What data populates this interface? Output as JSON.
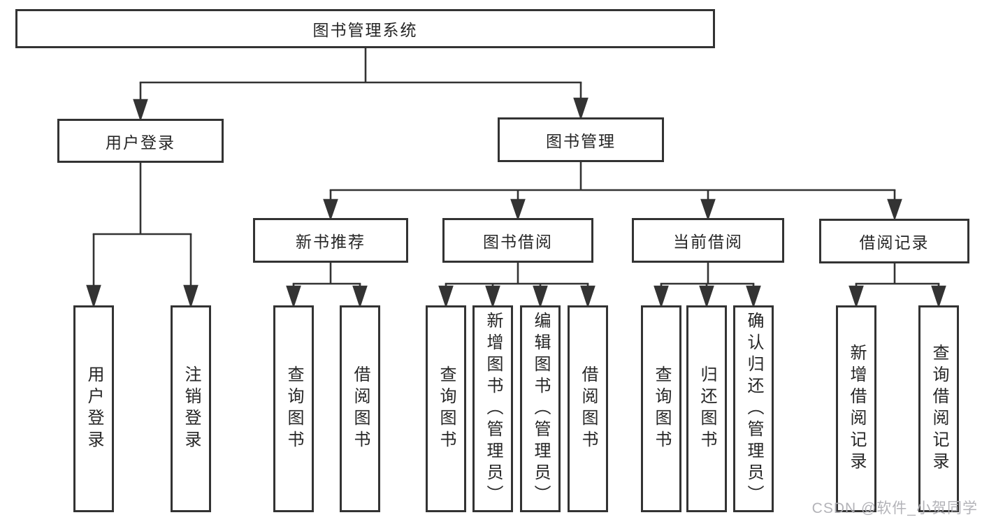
{
  "root": {
    "label": "图书管理系统"
  },
  "level2": [
    {
      "label": "用户登录",
      "children": [
        {
          "label": "用户登录"
        },
        {
          "label": "注销登录"
        }
      ]
    },
    {
      "label": "图书管理",
      "children": [
        {
          "label": "新书推荐",
          "children": [
            {
              "label": "查询图书"
            },
            {
              "label": "借阅图书"
            }
          ]
        },
        {
          "label": "图书借阅",
          "children": [
            {
              "label": "查询图书"
            },
            {
              "label": "新增图书（管理员）"
            },
            {
              "label": "编辑图书（管理员）"
            },
            {
              "label": "借阅图书"
            }
          ]
        },
        {
          "label": "当前借阅",
          "children": [
            {
              "label": "查询图书"
            },
            {
              "label": "归还图书"
            },
            {
              "label": "确认归还（管理员）"
            }
          ]
        },
        {
          "label": "借阅记录",
          "children": [
            {
              "label": "新增借阅记录"
            },
            {
              "label": "查询借阅记录"
            }
          ]
        }
      ]
    }
  ],
  "watermark": {
    "text": "CSDN @软件_小贺同学"
  },
  "colors": {
    "line": "#333333",
    "text": "#262626",
    "watermark": "#afafb4"
  }
}
